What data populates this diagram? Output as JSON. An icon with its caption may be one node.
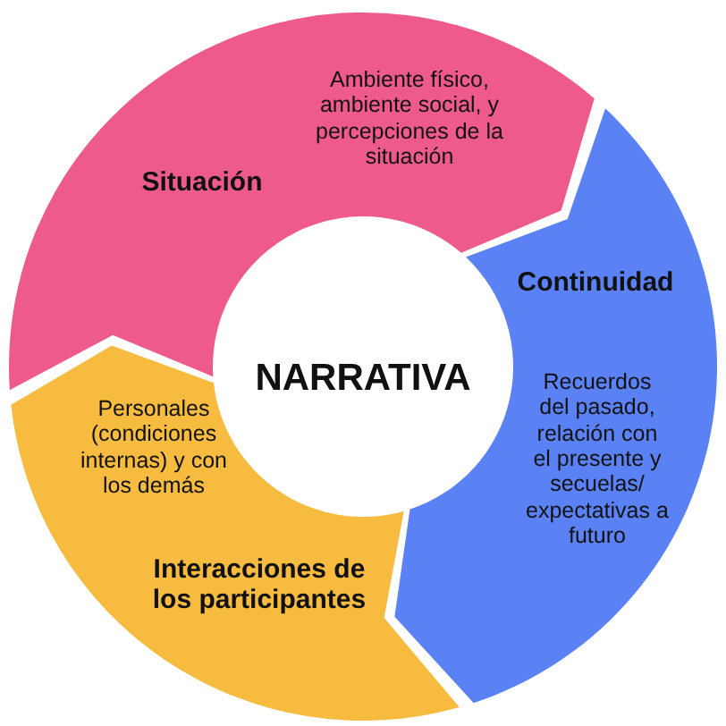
{
  "diagram": {
    "nodes": [
      {
        "text": [
          "Situación",
          "Ambiente físico, ambiente social, y percepciones de la situación"
        ]
      },
      {
        "text": [
          "Continuidad",
          "Recuerdos del pasado, relación con el presente y secuelas/ expectativas a futuro"
        ]
      },
      {
        "text": [
          "Personales (condiciones internas) y con los demás",
          "Interacciones de los participantes"
        ]
      },
      {
        "text": [
          "NARRATIVA"
        ]
      }
    ]
  }
}
